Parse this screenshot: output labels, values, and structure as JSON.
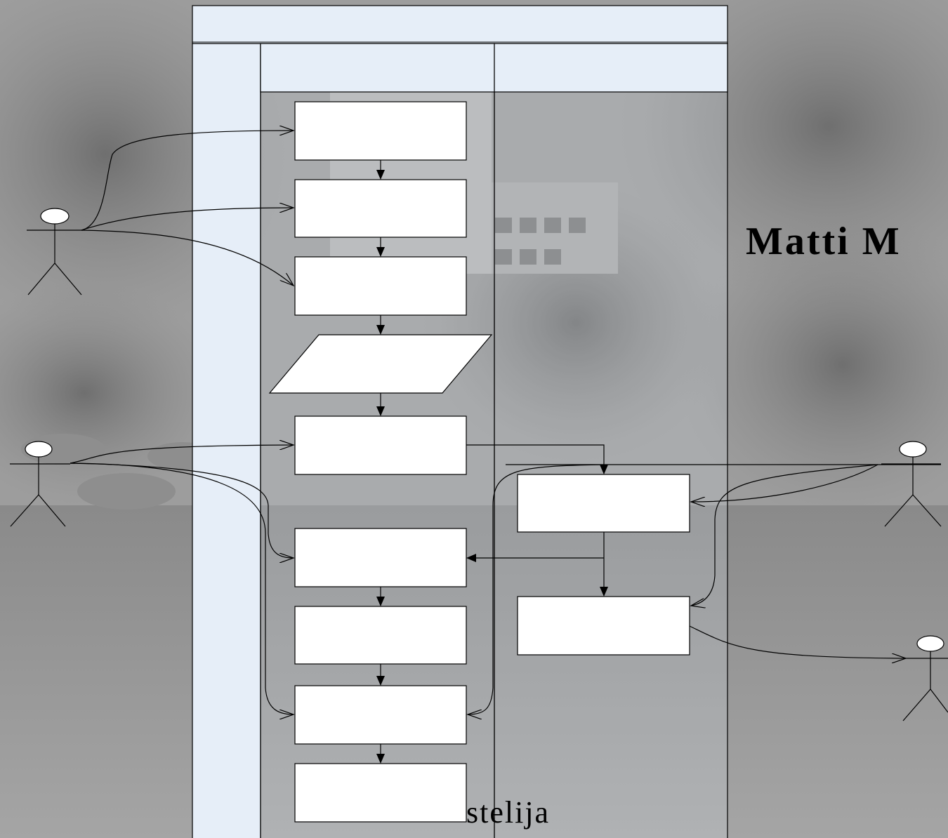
{
  "slide": {
    "author_name": "Matti M",
    "footer_fragment": "stelija"
  },
  "colors": {
    "lane_fill": "#e6eef8",
    "box_fill": "#ffffff",
    "stroke": "#000000"
  },
  "diagram": {
    "type": "swimlane-activity-diagram",
    "header_cells": [
      "top-header",
      "lane-a-header",
      "lane-b-header"
    ],
    "activities": [
      "a1",
      "a2",
      "a3",
      "a4-parallelogram",
      "a5",
      "a6",
      "a7",
      "a8",
      "a9",
      "b1",
      "b2"
    ],
    "actors": [
      "actor-left-top",
      "actor-left-bottom",
      "actor-right-top",
      "actor-right-bottom"
    ]
  }
}
